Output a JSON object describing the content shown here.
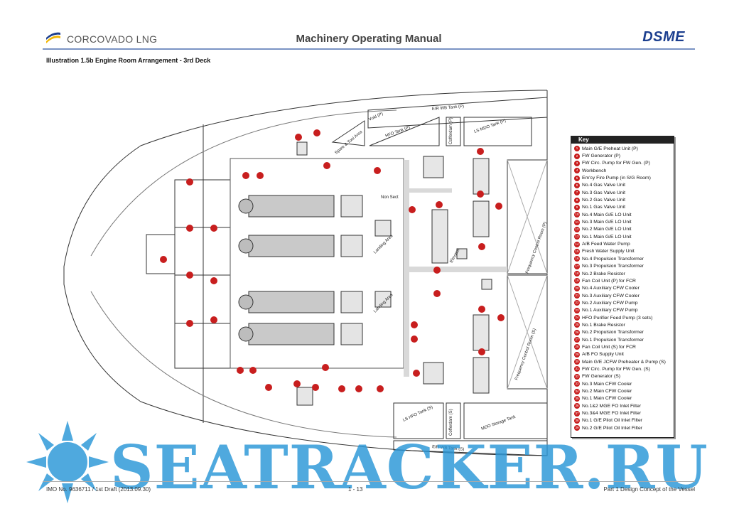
{
  "header": {
    "ship_name": "CORCOVADO LNG",
    "manual_title": "Machinery Operating Manual",
    "brand": "DSME"
  },
  "illustration_title": "Illustration 1.5b Engine Room Arrangement - 3rd Deck",
  "drawing_labels": {
    "wb_tank_p": "E/R WB Tank (P)",
    "void_p": "Void (P)",
    "hfo_tank_p": "HFO Tank (P)",
    "ls_mdo_tank_p": "LS MDO Tank (P)",
    "spare_tool_area": "Spare & Tool Area",
    "cofferdam_p": "Cofferdam (P)",
    "frequency_control_room_p": "Frequency Control Room (P)",
    "frequency_control_room_s": "Frequency Control Room (S)",
    "elevator": "Elevator",
    "landing_area_1": "Landing Area",
    "landing_area_2": "Landing Area",
    "non_sect": "Non Sect",
    "ls_hfo_tank_s": "LS HFO Tank (S)",
    "cofferdam_s": "Cofferdam (S)",
    "mdo_storage_tank": "MDO Storage Tank",
    "wb_tank_s": "E/R WB Tank (S)"
  },
  "key": {
    "title": "Key",
    "items": [
      {
        "num": "1",
        "label": "Main G/E Preheat Unit (P)"
      },
      {
        "num": "2",
        "label": "FW Generator (P)"
      },
      {
        "num": "3",
        "label": "FW Circ. Pump for FW Gen. (P)"
      },
      {
        "num": "4",
        "label": "Workbench"
      },
      {
        "num": "5",
        "label": "Em'cy Fire Pump (in S/G Room)"
      },
      {
        "num": "6",
        "label": "No.4 Gas Valve Unit"
      },
      {
        "num": "7",
        "label": "No.3 Gas Valve Unit"
      },
      {
        "num": "8",
        "label": "No.2 Gas Valve Unit"
      },
      {
        "num": "9",
        "label": "No.1 Gas Valve Unit"
      },
      {
        "num": "10",
        "label": "No.4 Main G/E LO Unit"
      },
      {
        "num": "11",
        "label": "No.3 Main G/E LO Unit"
      },
      {
        "num": "12",
        "label": "No.2 Main G/E LO Unit"
      },
      {
        "num": "13",
        "label": "No.1 Main G/E LO Unit"
      },
      {
        "num": "14",
        "label": "A/B Feed Water Pump"
      },
      {
        "num": "15",
        "label": "Fresh Water Supply Unit"
      },
      {
        "num": "16",
        "label": "No.4 Propulsion Transformer"
      },
      {
        "num": "17",
        "label": "No.3 Propulsion Transformer"
      },
      {
        "num": "18",
        "label": "No.2 Brake Resistor"
      },
      {
        "num": "19",
        "label": "Fan Coil Unit (P) for FCR"
      },
      {
        "num": "20",
        "label": "No.4 Auxiliary CFW Cooler"
      },
      {
        "num": "21",
        "label": "No.3 Auxiliary CFW Cooler"
      },
      {
        "num": "22",
        "label": "No.2 Auxiliary CFW Pump"
      },
      {
        "num": "23",
        "label": "No.1 Auxiliary CFW Pump"
      },
      {
        "num": "24",
        "label": "HFO Purifier Feed Pump (3 sets)"
      },
      {
        "num": "25",
        "label": "No.1 Brake Resistor"
      },
      {
        "num": "26",
        "label": "No.2 Propulsion Transformer"
      },
      {
        "num": "27",
        "label": "No.1 Propulsion Transformer"
      },
      {
        "num": "28",
        "label": "Fan Coil Unit (S) for FCR"
      },
      {
        "num": "29",
        "label": "A/B FO Supply Unit"
      },
      {
        "num": "30",
        "label": "Main G/E JCFW Preheater & Pump (S)"
      },
      {
        "num": "31",
        "label": "FW Circ. Pump for FW Gen. (S)"
      },
      {
        "num": "32",
        "label": "FW Generator (S)"
      },
      {
        "num": "33",
        "label": "No.3 Main CFW Cooler"
      },
      {
        "num": "34",
        "label": "No.2 Main CFW Cooler"
      },
      {
        "num": "35",
        "label": "No.1 Main CFW Cooler"
      },
      {
        "num": "36",
        "label": "No.1&2 MGE FO Inlet Filter"
      },
      {
        "num": "37",
        "label": "No.3&4 MGE FO Inlet Filter"
      },
      {
        "num": "38",
        "label": "No.1 G/E Pilot Oil Inlet Filter"
      },
      {
        "num": "39",
        "label": "No.2 G/E Pilot Oil Inlet Filter"
      }
    ]
  },
  "watermark": "SEATRACKER.RU",
  "footer": {
    "left": "IMO No. 9636711 / 1st Draft (2013.09.30)",
    "center": "1 - 13",
    "right": "Part 1 Design Concept of the Vessel"
  },
  "colors": {
    "marker_red": "#c81e1e",
    "brand_blue": "#1c3f8f",
    "watermark_blue": "#2896d7",
    "logo_yellow": "#f2b705"
  }
}
